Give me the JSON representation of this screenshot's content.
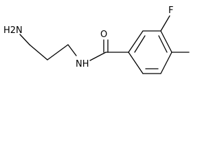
{
  "molecule": {
    "atoms": {
      "amine": "H2N",
      "amide_nitrogen": "NH",
      "carbonyl_oxygen": "O",
      "fluorine": "F"
    }
  }
}
